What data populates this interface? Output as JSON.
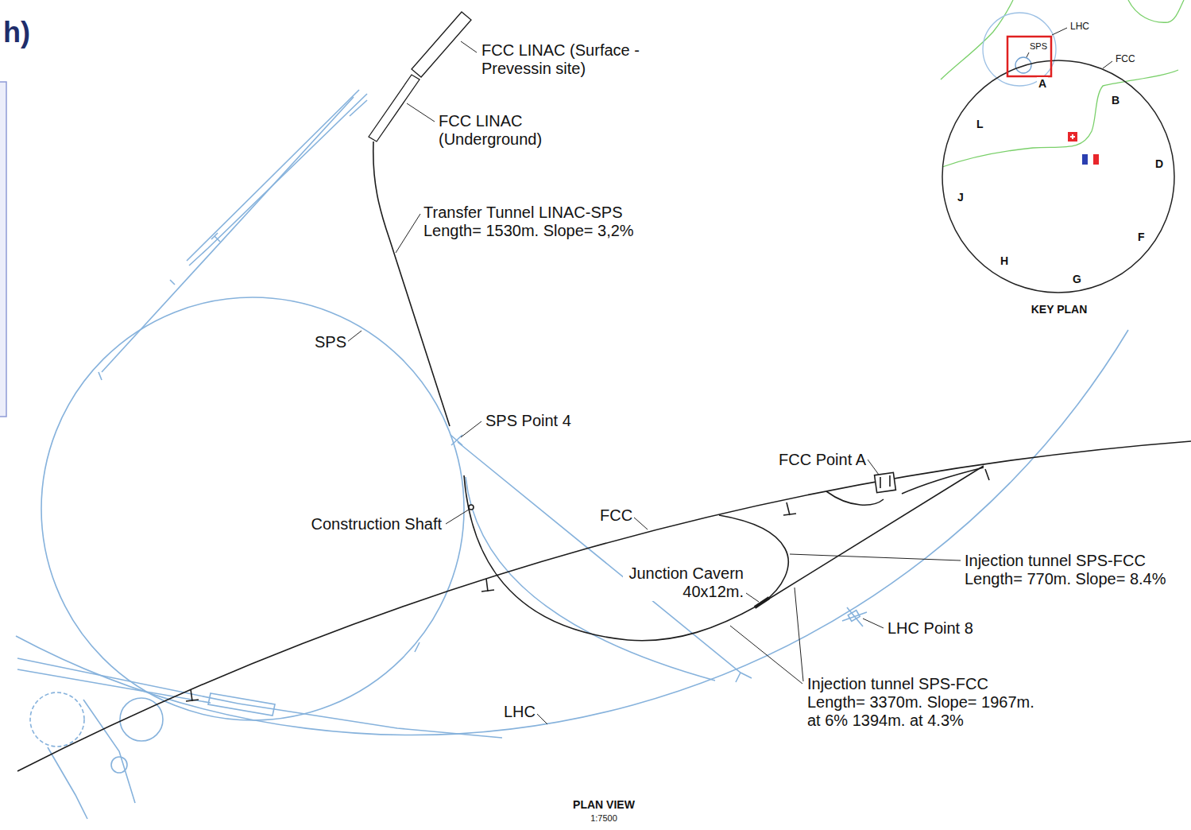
{
  "diagram": {
    "labels": [
      "h)",
      "FCC LINAC (Surface - Prevessin site)",
      "LHC",
      "SPS",
      "FCC",
      "A",
      "B",
      "L",
      "D",
      "J",
      "F",
      "H",
      "G",
      "KEY PLAN",
      "FCC LINAC (Underground)",
      "Transfer Tunnel LINAC-SPS Length= 1530m. Slope= 3,2%",
      "SPS",
      "SPS Point 4",
      "FCC Point A",
      "Construction Shaft",
      "FCC",
      "Junction Cavern 40x12m.",
      "Injection tunnel SPS-FCC Length= 770m. Slope= 8.4%",
      "LHC Point 8",
      "Injection tunnel SPS-FCC Length= 3370m. Slope= 1967m. at 6% 1394m. at 4.3%",
      "LHC",
      "PLAN VIEW",
      "1:7500"
    ]
  }
}
